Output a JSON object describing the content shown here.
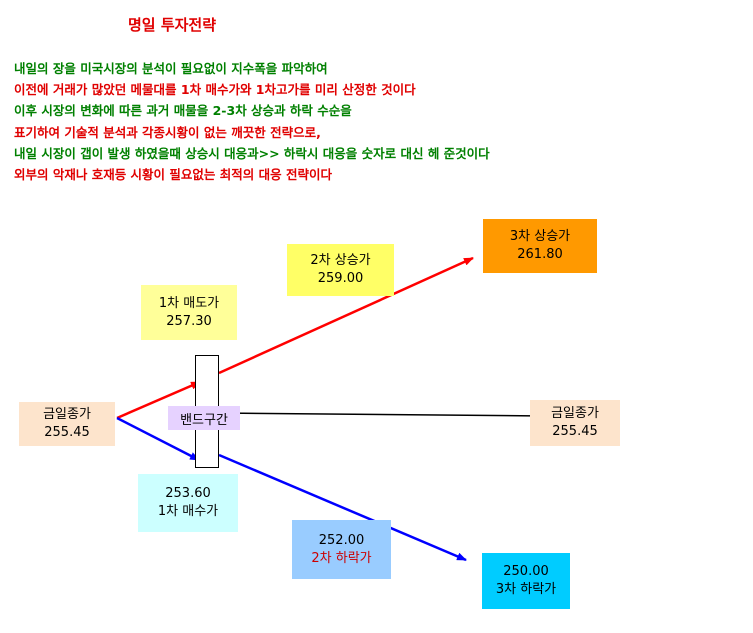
{
  "title": "명일 투자전략",
  "description": [
    {
      "text": "내일의 장을 미국시장의 분석이 필요없이 지수폭을 파악하여",
      "color": "#008000"
    },
    {
      "text": "이전에 거래가 많았던 메물대를 1차 매수가와 1차고가를 미리 산정한 것이다",
      "color": "#e00000"
    },
    {
      "text": "이후 시장의 변화에 따른 과거 매물을 2-3차 상승과 하락 수순을",
      "color": "#008000"
    },
    {
      "text": "표기하여 기술적  분석과 각종시황이 없는 깨끗한 전략으로,",
      "color": "#e00000"
    },
    {
      "text": "내일 시장이 갭이 발생 하였을때 상승시 대응과>> 하락시 대응을 숫자로 대신 헤 준것이다",
      "color": "#008000"
    },
    {
      "text": "외부의 악재나 호재등  시황이 필요없는 최적의 대응 전략이다",
      "color": "#e00000"
    }
  ],
  "diagram": {
    "close_left": {
      "label": "금일종가",
      "value": "255.45",
      "color": "#fde4cc"
    },
    "sell1": {
      "label": "1차 매도가",
      "value": "257.30",
      "color": "#ffff99"
    },
    "up2": {
      "label": "2차 상승가",
      "value": "259.00",
      "color": "#ffff66"
    },
    "up3": {
      "label": "3차 상승가",
      "value": "261.80",
      "color": "#ff9900"
    },
    "band": {
      "label": "밴드구간",
      "color": "#e6d2ff"
    },
    "close_right": {
      "label": "금일종가",
      "value": "255.45",
      "color": "#fde4cc"
    },
    "buy1": {
      "value": "253.60",
      "label": "1차 매수가",
      "color": "#ccffff"
    },
    "down2": {
      "value": "252.00",
      "label": "2차 하락가",
      "color": "#99ccff",
      "label_color": "#cc0000"
    },
    "down3": {
      "value": "250.00",
      "label": "3차 하락가",
      "color": "#00ccff"
    },
    "arrow_up_color": "#ff0000",
    "arrow_down_color": "#0000ff",
    "line_color": "#000000"
  }
}
